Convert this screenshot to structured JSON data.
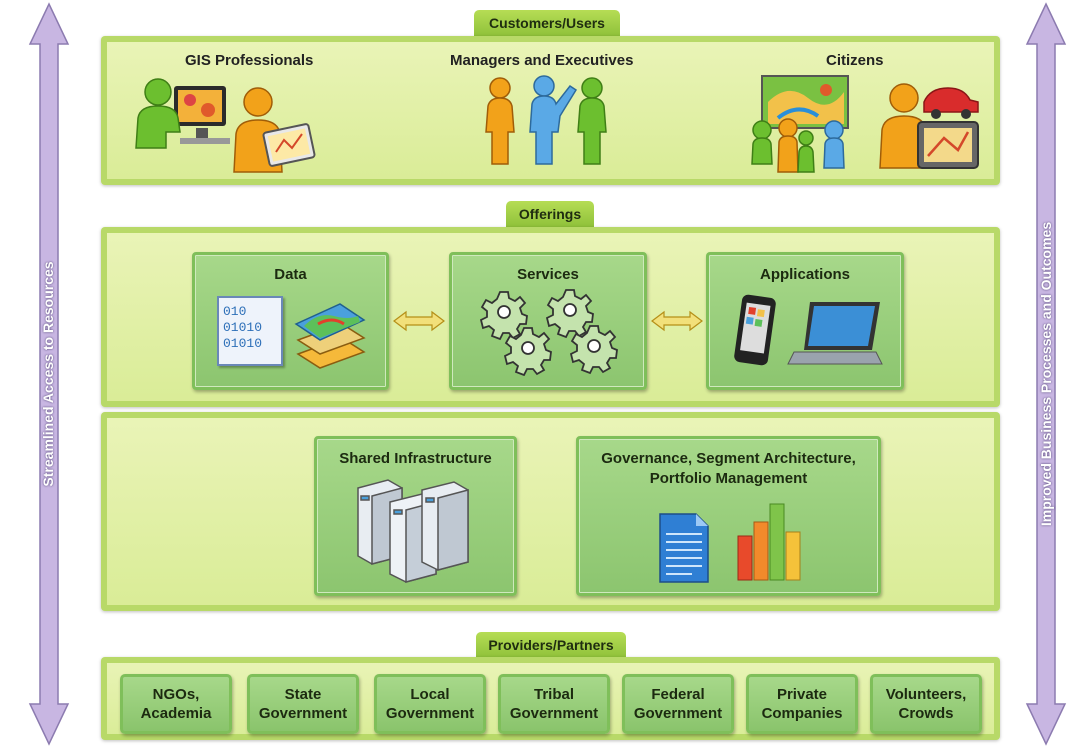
{
  "arrows": {
    "left_label": "Streamlined Access to Resources",
    "right_label": "Improved Business Processes and Outcomes"
  },
  "customers": {
    "tab": "Customers/Users",
    "groups": [
      "GIS Professionals",
      "Managers and Executives",
      "Citizens"
    ]
  },
  "offerings": {
    "tab": "Offerings",
    "boxes": [
      "Data",
      "Services",
      "Applications"
    ],
    "binary_lines": [
      "010",
      "01010",
      "01010"
    ]
  },
  "infrastructure": {
    "boxes": [
      "Shared Infrastructure",
      "Governance, Segment Architecture,",
      "Portfolio Management"
    ]
  },
  "providers": {
    "tab": "Providers/Partners",
    "items": [
      [
        "NGOs,",
        "Academia"
      ],
      [
        "State",
        "Government"
      ],
      [
        "Local",
        "Government"
      ],
      [
        "Tribal",
        "Government"
      ],
      [
        "Federal",
        "Government"
      ],
      [
        "Private",
        "Companies"
      ],
      [
        "Volunteers,",
        "Crowds"
      ]
    ]
  },
  "colors": {
    "band_fill": "#dcee9c",
    "tab_fill": "#9ccb45",
    "box_fill": "#98cf7b",
    "arrow_fill": "#c8b6e2"
  }
}
